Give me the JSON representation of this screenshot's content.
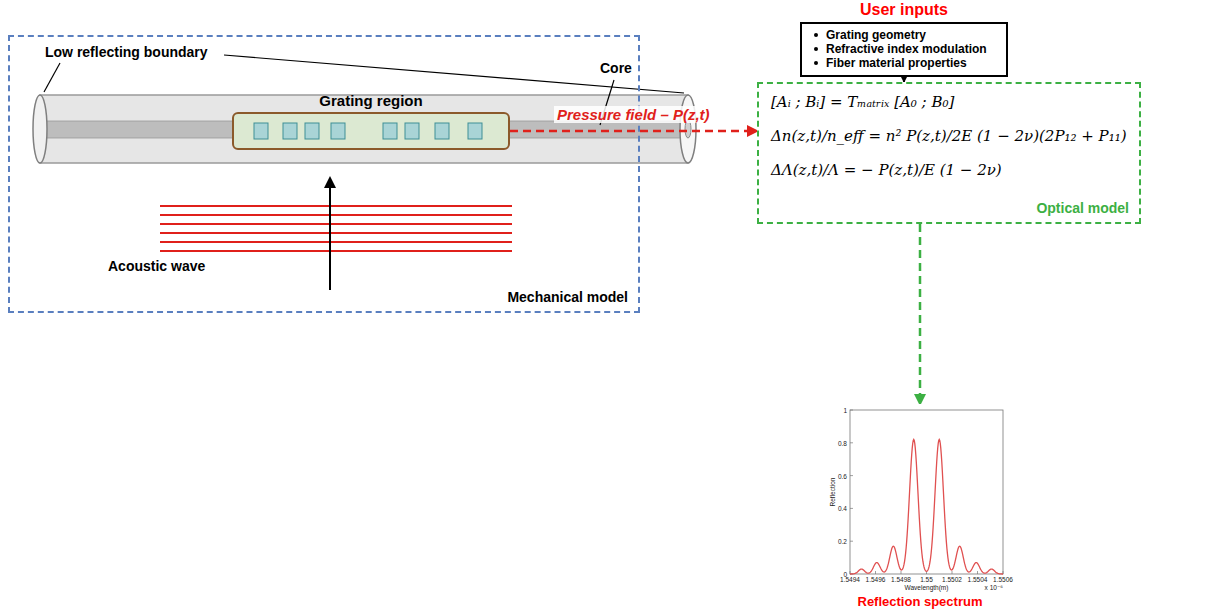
{
  "diagram": {
    "nodes": [
      {
        "text": [
          "Mechanical model"
        ]
      },
      {
        "text": [
          "Grating region"
        ],
        "in": 0
      },
      {
        "text": [
          "User inputs",
          "Grating geometry",
          "Refractive index modulation",
          "Fiber material properties"
        ]
      },
      {
        "text": [
          "[Aᵢ ; Bᵢ] = Tₘₐₜᵣᵢₓ [A₀ ; B₀]",
          "Δn(z,t)/n_eff = n² P(z,t)/2E (1 − 2ν)(2P₁₂ + P₁₁)",
          "ΔΛ(z,t)/Λ = − P(z,t)/E (1 − 2ν)",
          "Optical model"
        ]
      },
      {
        "text": [
          "Reflection spectrum"
        ]
      }
    ],
    "edges": [
      {
        "from": 1,
        "to": 3,
        "label": "Pressure field – P(z,t)",
        "arrow": "to"
      },
      {
        "from": 2,
        "to": 3,
        "arrow": "to"
      },
      {
        "from": 3,
        "to": 4,
        "arrow": "to"
      }
    ],
    "labels": [
      "Low reflecting boundary",
      "Core",
      "Acoustic wave",
      "Reflection",
      "0",
      "0.2",
      "0.4",
      "0.6",
      "0.8",
      "1",
      "1.5494",
      "1.5496",
      "1.5498",
      "1.55",
      "1.5502",
      "1.5504",
      "1.5506",
      "x 10⁻⁶",
      "Wavelength(m)"
    ]
  }
}
